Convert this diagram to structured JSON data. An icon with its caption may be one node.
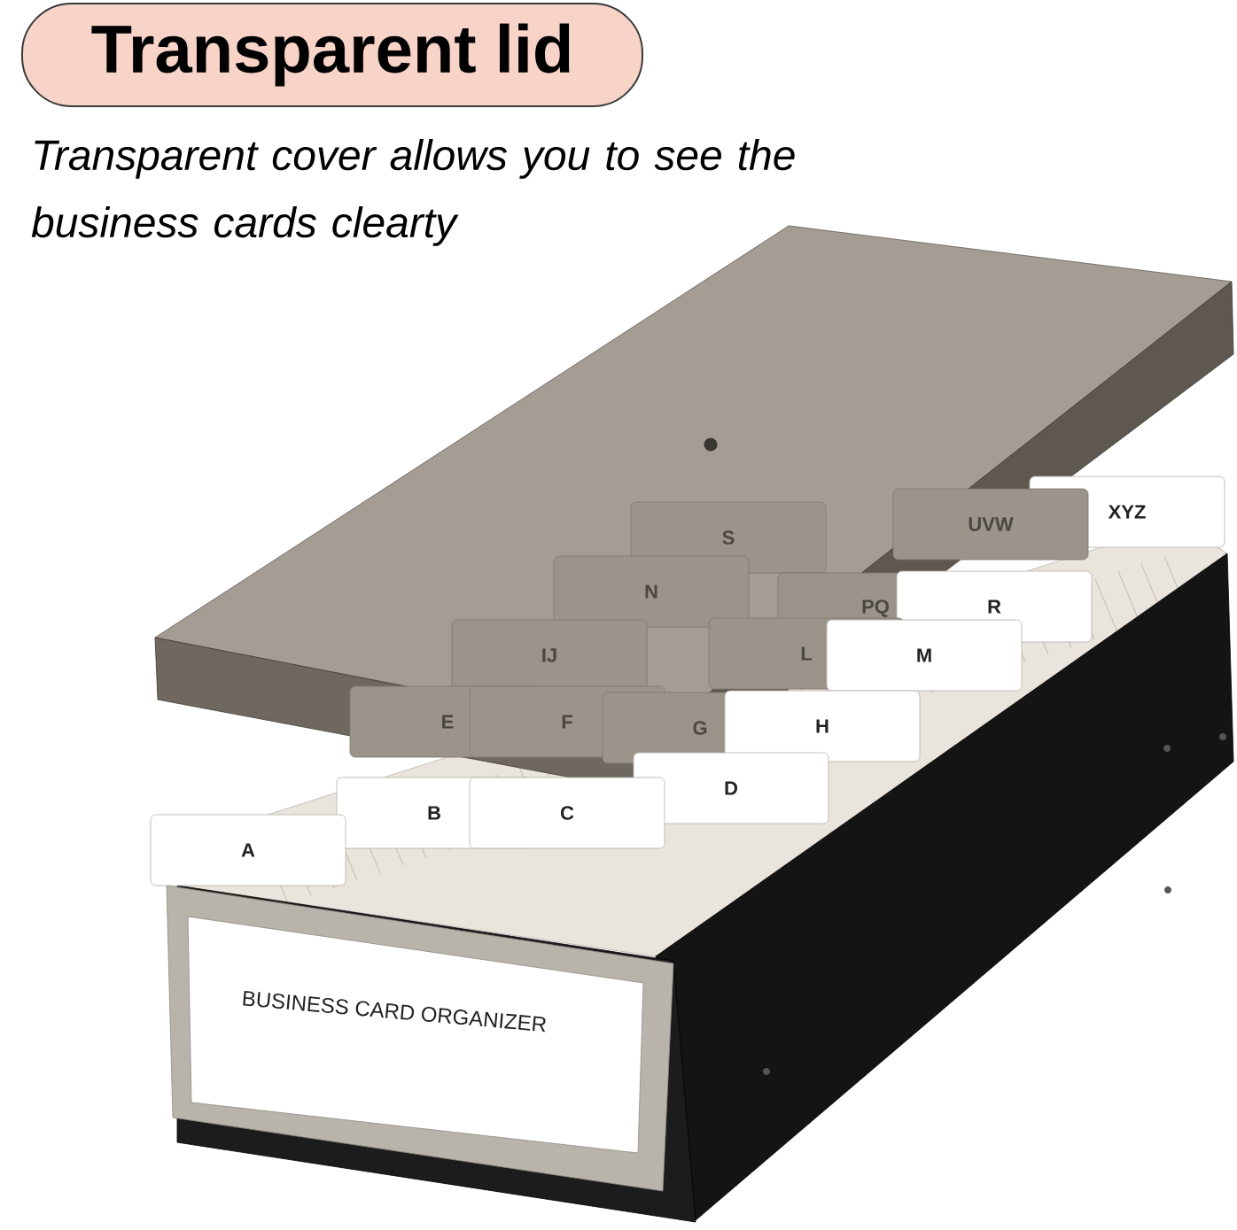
{
  "diagram": {
    "nodes": [
      {
        "text": [
          "Transparent lid"
        ]
      }
    ],
    "labels": [
      "Transparent cover allows you to see the business cards clearty",
      "XYZ",
      "UVW",
      "S",
      "N",
      "PQ",
      "R",
      "IJ",
      "L",
      "M",
      "E",
      "F",
      "G",
      "H",
      "D",
      "B",
      "C",
      "A",
      "BUSINESS CARD ORGANIZER"
    ]
  }
}
